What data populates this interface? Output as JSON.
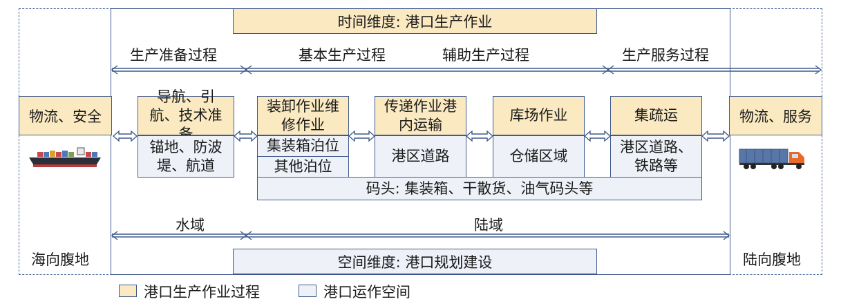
{
  "top_banner": "时间维度: 港口生产作业",
  "bottom_banner": "空间维度: 港口规划建设",
  "process_headers": {
    "prep": "生产准备过程",
    "basic": "基本生产过程",
    "aux": "辅助生产过程",
    "service": "生产服务过程"
  },
  "left": {
    "box": "物流、安全",
    "label": "海向腹地"
  },
  "right": {
    "box": "物流、服务",
    "label": "陆向腹地"
  },
  "columns": {
    "nav": {
      "top": "导航、引航、技术准备",
      "bottom": "锚地、防波堤、航道"
    },
    "load": {
      "top": "装卸作业维修作业",
      "mid": "集装箱泊位",
      "bottom": "其他泊位"
    },
    "transfer": {
      "top": "传递作业港内运输",
      "bottom": "港区道路"
    },
    "yard": {
      "top": "库场作业",
      "bottom": "仓储区域"
    },
    "distrib": {
      "top": "集疏运",
      "bottom": "港区道路、铁路等"
    }
  },
  "wharf": "码头: 集装箱、干散货、油气码头等",
  "domains": {
    "water": "水域",
    "land": "陆域"
  },
  "legend": {
    "yellow": "港口生产作业过程",
    "blue": "港口运作空间"
  },
  "colors": {
    "yellow": "#fae9c1",
    "blue": "#eef1f8",
    "border": "#3f5a8a"
  }
}
